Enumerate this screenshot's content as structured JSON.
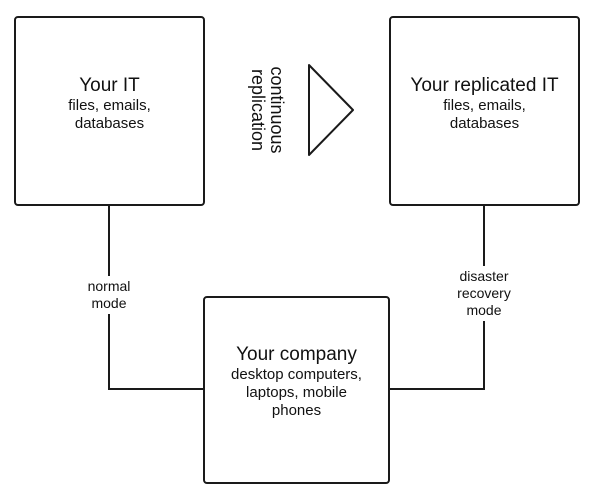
{
  "boxes": {
    "your_it": {
      "title": "Your IT",
      "lines": [
        "files, emails,",
        "databases"
      ]
    },
    "replicated_it": {
      "title": "Your replicated IT",
      "lines": [
        "files, emails,",
        "databases"
      ]
    },
    "company": {
      "title": "Your company",
      "lines": [
        "desktop computers,",
        "laptops, mobile",
        "phones"
      ]
    }
  },
  "edges": {
    "replication": {
      "lines": [
        "continuous",
        "replication"
      ]
    },
    "normal_mode": {
      "lines": [
        "normal",
        "mode"
      ]
    },
    "disaster_recovery": {
      "lines": [
        "disaster",
        "recovery",
        "mode"
      ]
    }
  }
}
